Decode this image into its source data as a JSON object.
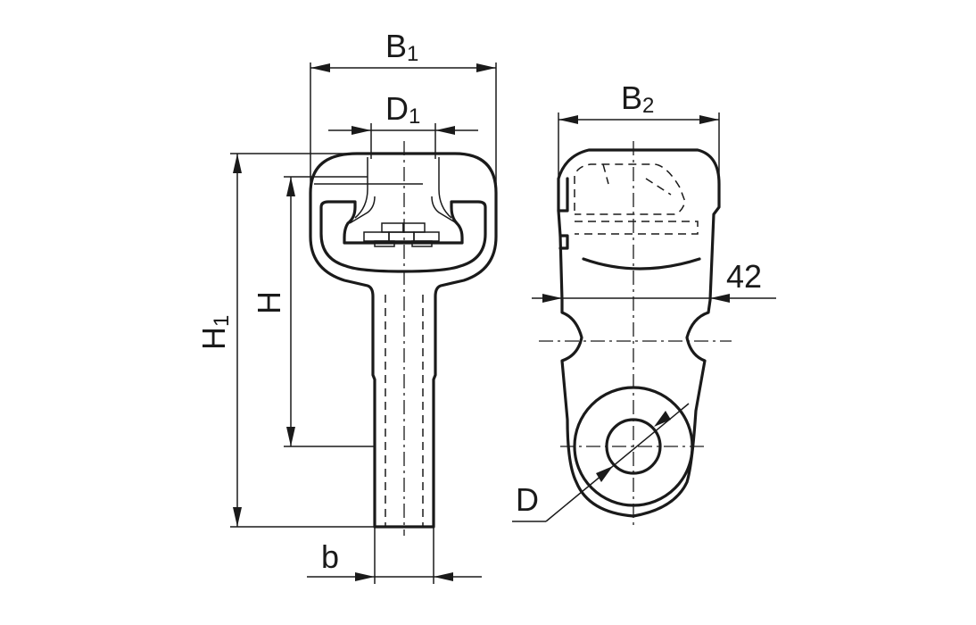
{
  "front_view": {
    "dimensions": {
      "B": {
        "main": "B",
        "sub": "1"
      },
      "D": {
        "main": "D",
        "sub": "1"
      },
      "H1": {
        "main": "H",
        "sub": "1"
      },
      "H": {
        "main": "H"
      },
      "b": {
        "main": "b"
      }
    }
  },
  "side_view": {
    "dimensions": {
      "B2": {
        "main": "B",
        "sub": "2"
      },
      "thickness": {
        "main": "42"
      },
      "D": {
        "main": "D"
      }
    }
  }
}
